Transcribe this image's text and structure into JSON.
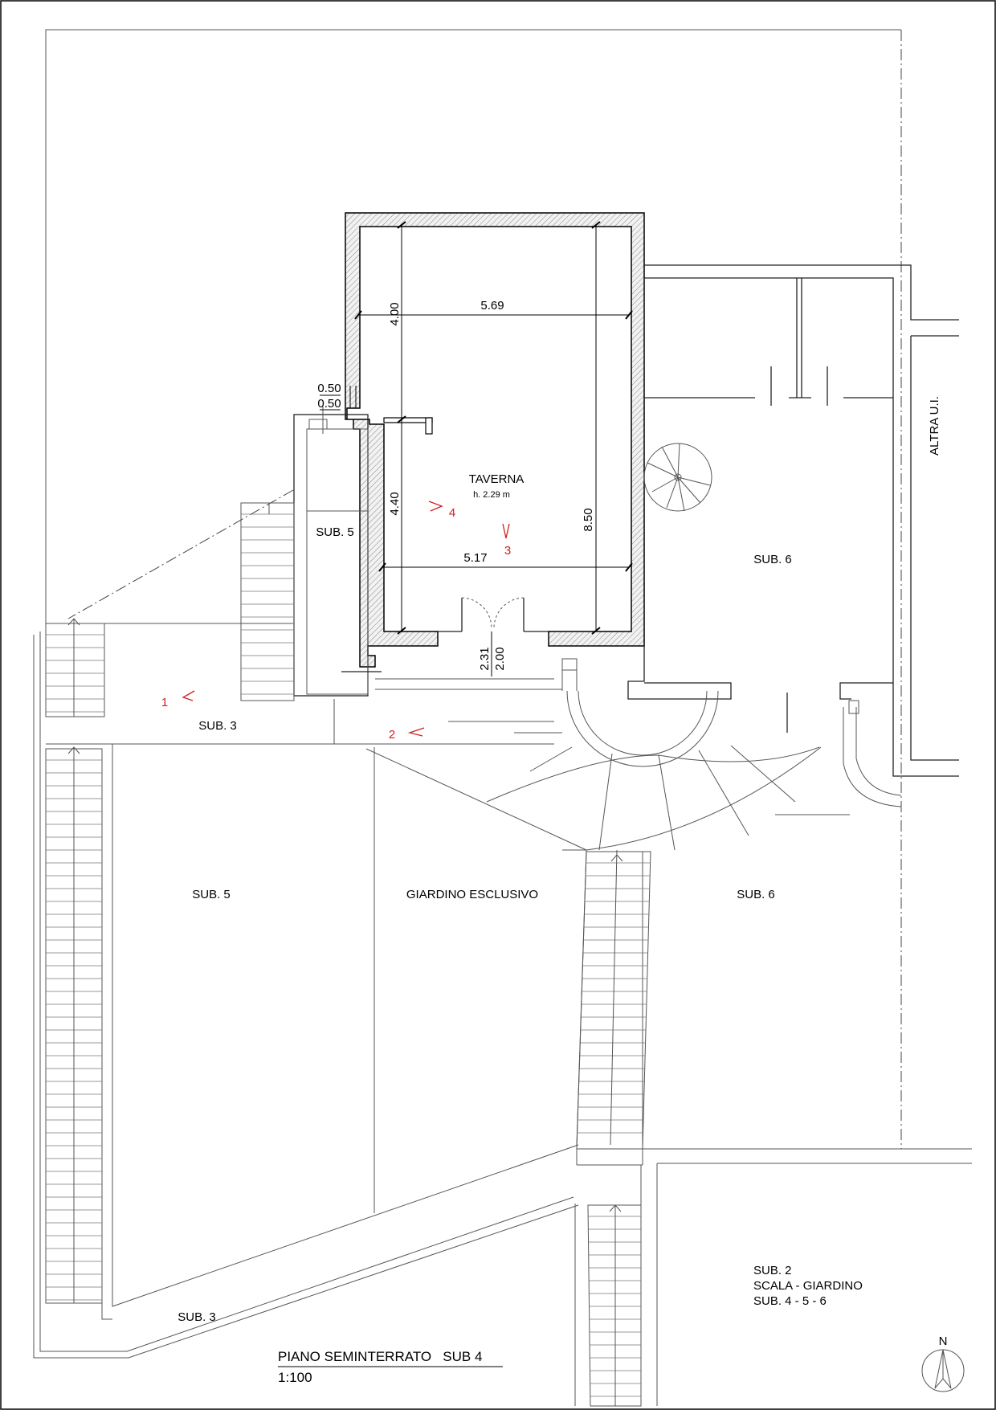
{
  "rooms": {
    "taverna": "TAVERNA",
    "taverna_height": "h. 2.29 m",
    "sub5_room": "SUB. 5",
    "sub6_room": "SUB. 6",
    "altra_ui": "ALTRA U.I.",
    "sub3_top": "SUB. 3",
    "sub5_garden": "SUB. 5",
    "giardino": "GIARDINO ESCLUSIVO",
    "sub6_garden": "SUB. 6",
    "sub3_bottom": "SUB. 3",
    "sub2_line1": "SUB. 2",
    "sub2_line2": "SCALA - GIARDINO",
    "sub2_line3": "SUB. 4 - 5 - 6"
  },
  "dimensions": {
    "d_569": "5.69",
    "d_400": "4.00",
    "d_050a": "0.50",
    "d_050b": "0.50",
    "d_440": "4.40",
    "d_517": "5.17",
    "d_850": "8.50",
    "d_231": "2.31",
    "d_200": "2.00"
  },
  "photo_points": {
    "p1": "1",
    "p2": "2",
    "p3": "3",
    "p4": "4"
  },
  "title": {
    "main": "PIANO SEMINTERRATO   SUB 4",
    "scale": "1:100"
  },
  "north": {
    "label": "N"
  },
  "colors": {
    "line": "#000000",
    "annotation_red": "#d21e1e"
  }
}
